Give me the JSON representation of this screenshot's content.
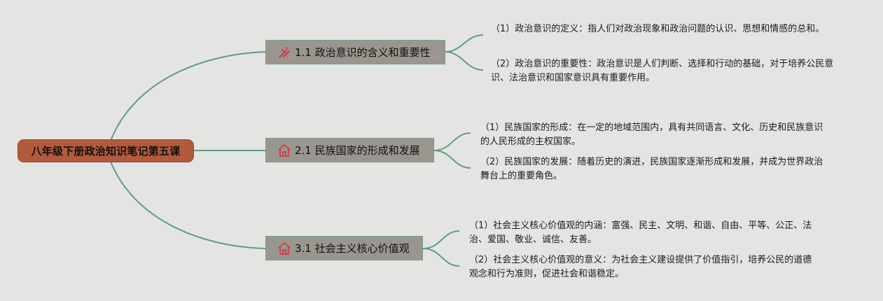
{
  "root": {
    "title": "八年级下册政治知识笔记第五课",
    "color": "#b25a3d"
  },
  "connector_color": "#5f9c88",
  "branches": [
    {
      "label": "1.1 政治意识的含义和重要性",
      "icon": "pencil-ruler-icon",
      "leaves": [
        {
          "text": "（1）政治意识的定义：指人们对政治现象和政治问题的认识、思想和情感的总和。"
        },
        {
          "text": "（2）政治意识的重要性：政治意识是人们判断、选择和行动的基础，对于培养公民意识、法治意识和国家意识具有重要作用。"
        }
      ]
    },
    {
      "label": "2.1 民族国家的形成和发展",
      "icon": "home-icon",
      "leaves": [
        {
          "text": "（1）民族国家的形成：在一定的地域范围内，具有共同语言、文化、历史和民族意识的人民形成的主权国家。"
        },
        {
          "text": "（2）民族国家的发展：随着历史的演进，民族国家逐渐形成和发展，并成为世界政治舞台上的重要角色。"
        }
      ]
    },
    {
      "label": "3.1 社会主义核心价值观",
      "icon": "home-icon",
      "leaves": [
        {
          "text": "（1）社会主义核心价值观的内涵：富强、民主、文明、和谐、自由、平等、公正、法治、爱国、敬业、诚信、友善。"
        },
        {
          "text": "（2）社会主义核心价值观的意义：为社会主义建设提供了价值指引，培养公民的道德观念和行为准则，促进社会和谐稳定。"
        }
      ]
    }
  ]
}
